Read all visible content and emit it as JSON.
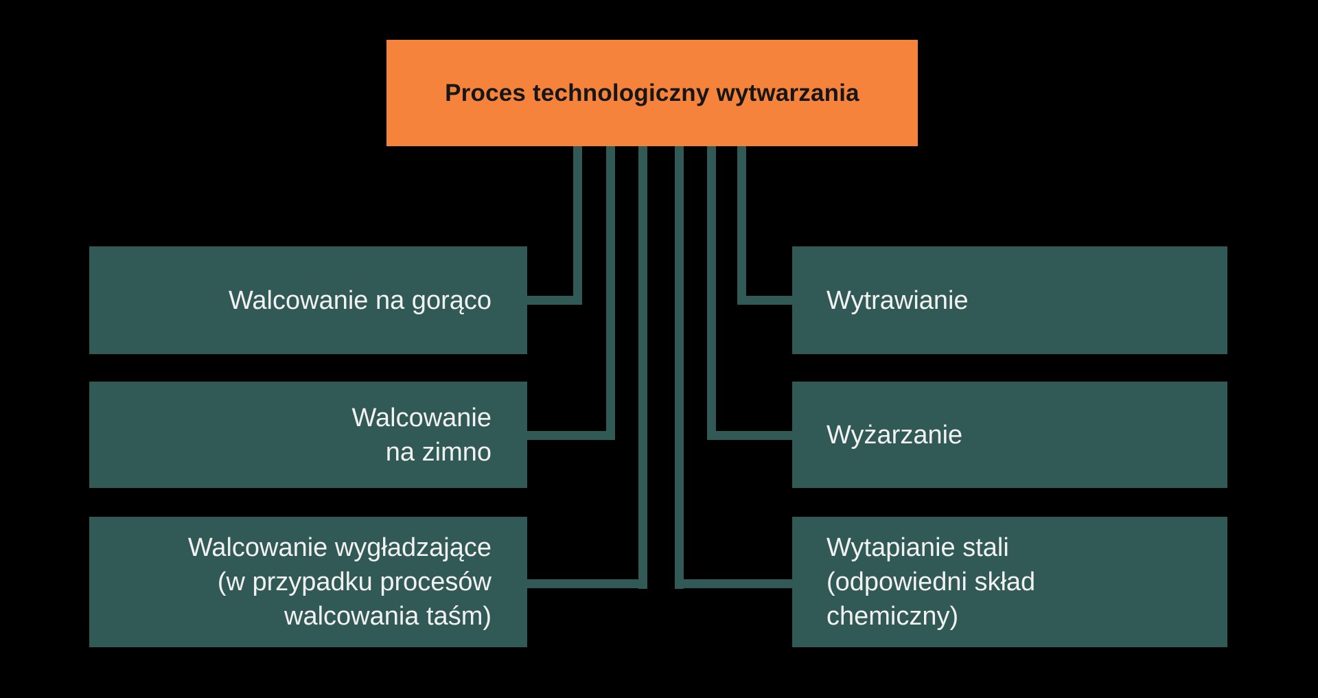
{
  "diagram": {
    "root": {
      "label": "Proces technologiczny wytwarzania"
    },
    "left_nodes": [
      {
        "lines": [
          "Walcowanie na gorąco"
        ]
      },
      {
        "lines": [
          "Walcowanie",
          "na zimno"
        ]
      },
      {
        "lines": [
          "Walcowanie wygładzające",
          "(w przypadku procesów",
          "walcowania taśm)"
        ]
      }
    ],
    "right_nodes": [
      {
        "lines": [
          "Wytrawianie"
        ]
      },
      {
        "lines": [
          "Wyżarzanie"
        ]
      },
      {
        "lines": [
          "Wytapianie stali",
          "(odpowiedni skład",
          "chemiczny)"
        ]
      }
    ]
  },
  "colors": {
    "background": "#000000",
    "root_node_bg": "#F6833C",
    "root_node_text": "#161616",
    "node_bg": "#315A56",
    "node_text": "#F2F2F2",
    "connector": "#315A56"
  }
}
